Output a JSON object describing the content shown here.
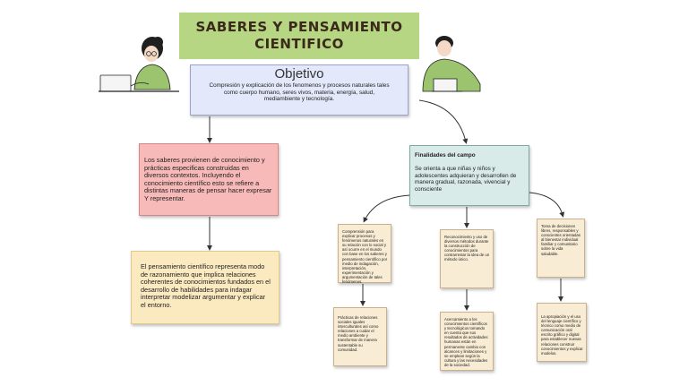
{
  "title": {
    "line1": "SABERES Y PENSAMIENTO",
    "line2": "CIENTIFICO"
  },
  "objetivo": {
    "heading": "Objetivo",
    "text": "Compresión y explicación de los fenomenos y procesos naturales tales como cuerpo humano, seres vivos, materia, energía, salud, mediambiente y tecnología."
  },
  "saberes": "Los saberes provienen de conocimiento y prácticas especificas construidas en diversos contextos. Incluyendo el conocimiento científico esto se refiere a distintas maneras de pensar hacer expresar Y representar.",
  "pensamiento": "El pensamiento científico representa modo de razonamiento que implica relaciones coherentes de conocimientos fundados en el desarrollo de habilidades para indagar interpretar modelizar argumentar y explicar el entorno.",
  "finalidades": {
    "heading": "Finalidades del campo",
    "text": "Se orienta a que niñas y niños y adolescentes adquieran y desarrollen de manera gradual, razonada, vivencial y consciente"
  },
  "small_boxes": [
    "Comprensión para explicar procesos y fenómenos naturales en su relación con lo social y así ocurre en el mundo con base en los saberes y pensamiento científico por medio de indagación, interpretación, experimentación y argumentación de tales fenómenos.",
    "Reconocimiento y uso de diversos métodos durante la construcción de conocimientos para contrarrestar la idea de un método único.",
    "Toma de decisiones libres, responsables y conscientes orientadas al bienestar individual familiar y comunitario sobre la vida saludable.",
    "Prácticas de relaciones sociales iguales interculturales así como relaciones a cuidar el medio ambiente y transformar de manera sustentable su comunidad.",
    "Acercamiento a los conocimientos científicos y tecnológicos tomando en cuenta que sus resultados de actividades humanas están en permanente cambio con alcances y limitaciones y se emplean según la cultura y las necesidades de la sociedad.",
    "La apropiación y el uso del lenguaje científico y técnico como medio de comunicación oral escrito gráfico y digital para establecer nuevas relaciones construir conocimientos y explicar modelos."
  ],
  "colors": {
    "title_bg": "#b6d684",
    "objetivo_bg": "#e3e8fa",
    "saberes_bg": "#f8b9b9",
    "pensamiento_bg": "#fbe9c0",
    "finalidades_bg": "#d9ebe8",
    "small_bg": "#f8ecd4"
  },
  "icons": [
    "woman-with-laptop-illustration",
    "man-writing-illustration"
  ]
}
